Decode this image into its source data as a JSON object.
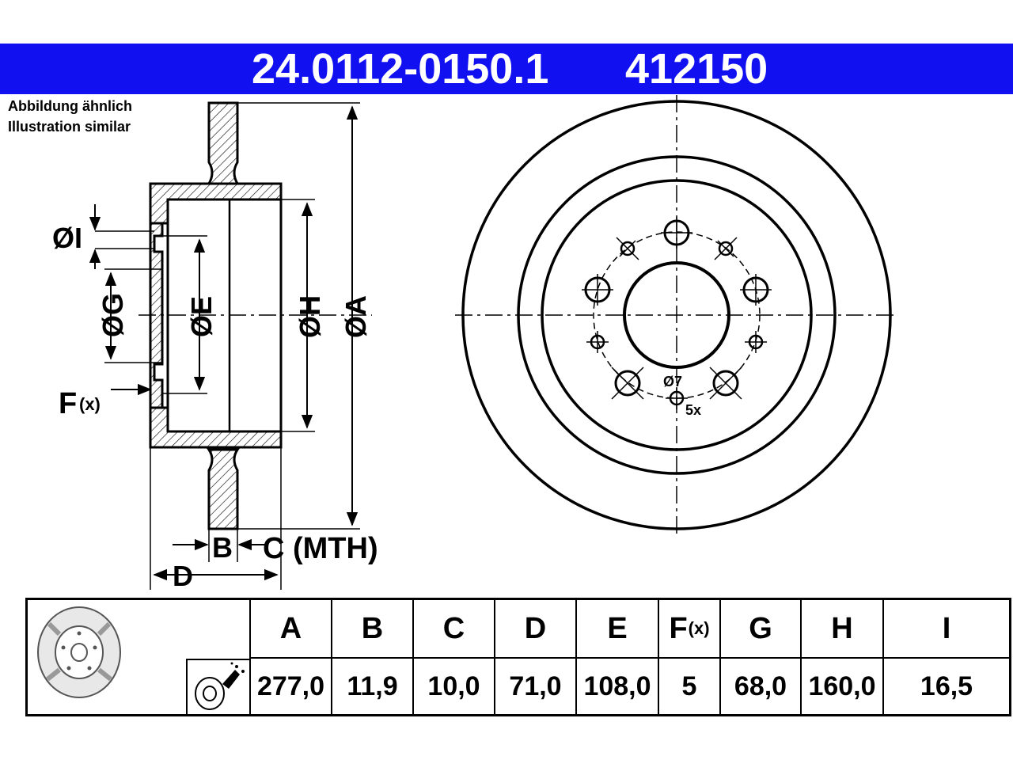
{
  "header": {
    "part_number": "24.0112-0150.1",
    "ref_number": "412150",
    "color": "#1010f0"
  },
  "note": {
    "line1": "Abbildung ähnlich",
    "line2": "Illustration similar"
  },
  "drawing": {
    "labels": {
      "I": "ØI",
      "G": "ØG",
      "E": "ØE",
      "H": "ØH",
      "A": "ØA",
      "F": "F",
      "F_sub": "(x)",
      "B": "B",
      "C": "C (MTH)",
      "D": "D",
      "hole": "Ø7",
      "hole_count": "5x"
    }
  },
  "table": {
    "headers": [
      {
        "key": "A",
        "label": "A"
      },
      {
        "key": "B",
        "label": "B"
      },
      {
        "key": "C",
        "label": "C"
      },
      {
        "key": "D",
        "label": "D"
      },
      {
        "key": "E",
        "label": "E"
      },
      {
        "key": "F",
        "label": "F",
        "sub": "(x)"
      },
      {
        "key": "G",
        "label": "G"
      },
      {
        "key": "H",
        "label": "H"
      },
      {
        "key": "I",
        "label": "I"
      }
    ],
    "values": [
      "277,0",
      "11,9",
      "10,0",
      "71,0",
      "108,0",
      "5",
      "68,0",
      "160,0",
      "16,5"
    ]
  },
  "icons": [
    "brake-disc-icon",
    "spray-can-icon"
  ]
}
